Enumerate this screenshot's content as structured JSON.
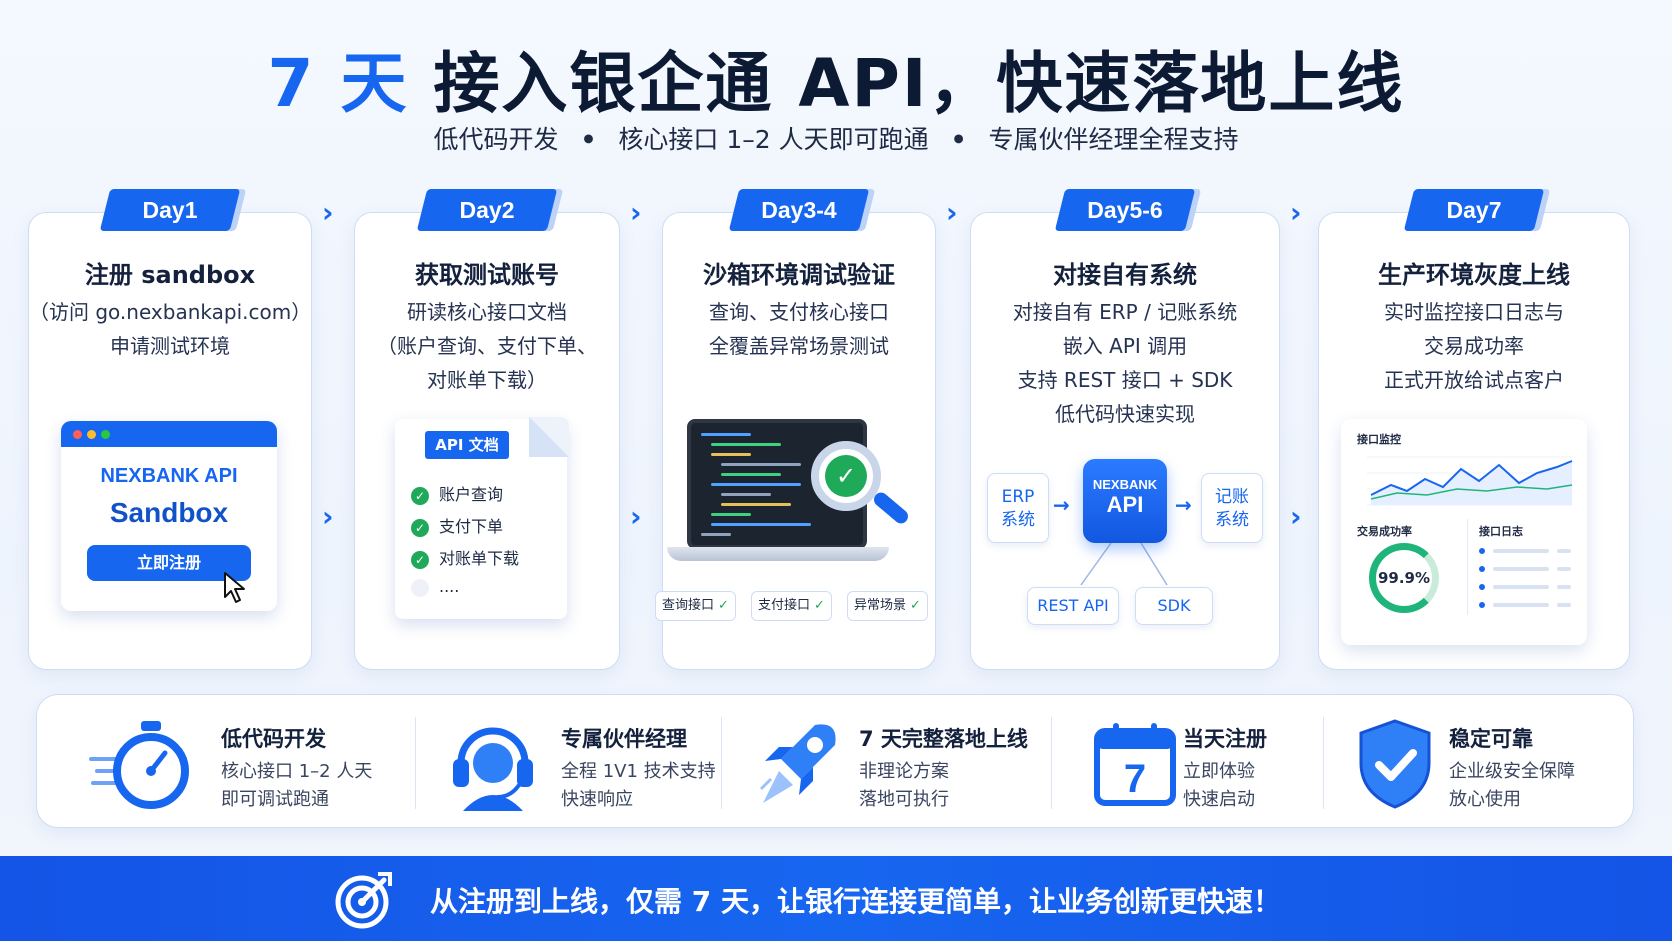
{
  "header": {
    "title_accent": "7 天",
    "title_rest": "接入银企通 API，快速落地上线",
    "subtitle": [
      "低代码开发",
      "核心接口 1–2 人天即可跑通",
      "专属伙伴经理全程支持"
    ],
    "separator": "•"
  },
  "days": [
    {
      "tab": "Day1",
      "title": "注册 sandbox",
      "lines": [
        "（访问 go.nexbankapi.com）",
        "申请测试环境"
      ],
      "visual": {
        "brand": "NEXBANK API",
        "product": "Sandbox",
        "button": "立即注册",
        "icon": "cursor-icon"
      }
    },
    {
      "tab": "Day2",
      "title": "获取测试账号",
      "lines": [
        "研读核心接口文档",
        "（账户查询、支付下单、",
        "对账单下载）"
      ],
      "visual": {
        "doc_label": "API 文档",
        "items": [
          "账户查询",
          "支付下单",
          "对账单下载",
          "...."
        ],
        "icon": "check-circle-icon"
      }
    },
    {
      "tab": "Day3-4",
      "title": "沙箱环境调试验证",
      "lines": [
        "查询、支付核心接口",
        "全覆盖异常场景测试"
      ],
      "visual": {
        "tags": [
          "查询接口",
          "支付接口",
          "异常场景"
        ],
        "icon": "magnifier-check-icon"
      }
    },
    {
      "tab": "Day5-6",
      "title": "对接自有系统",
      "lines": [
        "对接自有 ERP / 记账系统",
        "嵌入 API 调用",
        "支持 REST 接口 + SDK",
        "低代码快速实现"
      ],
      "visual": {
        "left_box": [
          "ERP",
          "系统"
        ],
        "center_top": "NEXBANK",
        "center_main": "API",
        "right_box": [
          "记账",
          "系统"
        ],
        "bottom": [
          "REST API",
          "SDK"
        ]
      }
    },
    {
      "tab": "Day7",
      "title": "生产环境灰度上线",
      "lines": [
        "实时监控接口日志与",
        "交易成功率",
        "正式开放给试点客户"
      ],
      "visual": {
        "monitor_label": "接口监控",
        "success_label": "交易成功率",
        "success_value": "99.9%",
        "success_rate": 0.999,
        "log_label": "接口日志"
      }
    }
  ],
  "features": [
    {
      "icon": "stopwatch-icon",
      "title": "低代码开发",
      "l1": "核心接口 1–2 人天",
      "l2": "即可调试跑通"
    },
    {
      "icon": "headset-icon",
      "title": "专属伙伴经理",
      "l1": "全程 1V1 技术支持",
      "l2": "快速响应"
    },
    {
      "icon": "rocket-icon",
      "title": "7 天完整落地上线",
      "l1": "非理论方案",
      "l2": "落地可执行"
    },
    {
      "icon": "calendar-icon",
      "title": "当天注册",
      "l1": "立即体验",
      "l2": "快速启动",
      "calendar_day": "7"
    },
    {
      "icon": "shield-check-icon",
      "title": "稳定可靠",
      "l1": "企业级安全保障",
      "l2": "放心使用"
    }
  ],
  "footer": {
    "icon": "target-icon",
    "text": "从注册到上线，仅需 7 天，让银行连接更简单，让业务创新更快速！"
  },
  "colors": {
    "primary": "#1766f0",
    "success": "#1faa59",
    "dark_text": "#14213d"
  }
}
